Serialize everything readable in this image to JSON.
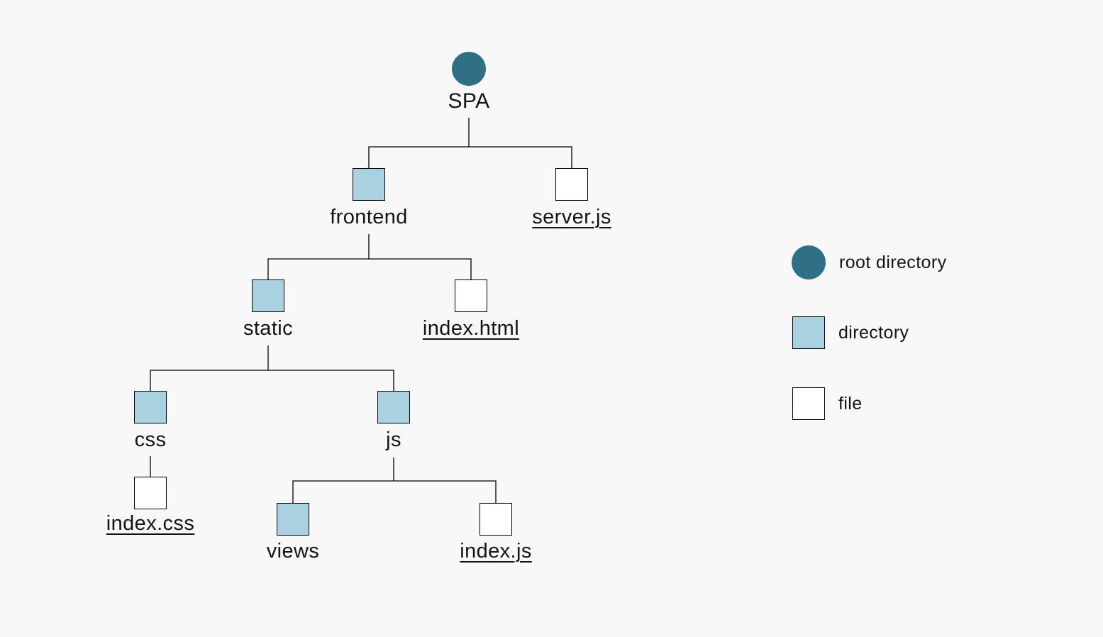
{
  "colors": {
    "background": "#f8f8f8",
    "root_directory": "#2f7086",
    "directory": "#aad1e0",
    "file": "#ffffff",
    "line": "#000000",
    "text": "#141414"
  },
  "tree": {
    "root": {
      "label": "SPA",
      "type": "root directory"
    },
    "nodes": [
      {
        "label": "frontend",
        "type": "directory",
        "parent": "SPA"
      },
      {
        "label": "server.js",
        "type": "file",
        "parent": "SPA"
      },
      {
        "label": "static",
        "type": "directory",
        "parent": "frontend"
      },
      {
        "label": "index.html",
        "type": "file",
        "parent": "frontend"
      },
      {
        "label": "css",
        "type": "directory",
        "parent": "static"
      },
      {
        "label": "js",
        "type": "directory",
        "parent": "static"
      },
      {
        "label": "index.css",
        "type": "file",
        "parent": "css"
      },
      {
        "label": "views",
        "type": "directory",
        "parent": "js"
      },
      {
        "label": "index.js",
        "type": "file",
        "parent": "js"
      }
    ]
  },
  "legend": {
    "items": [
      {
        "label": "root directory",
        "swatch": "teal-circle"
      },
      {
        "label": "directory",
        "swatch": "lightblue-square"
      },
      {
        "label": "file",
        "swatch": "white-square"
      }
    ]
  }
}
